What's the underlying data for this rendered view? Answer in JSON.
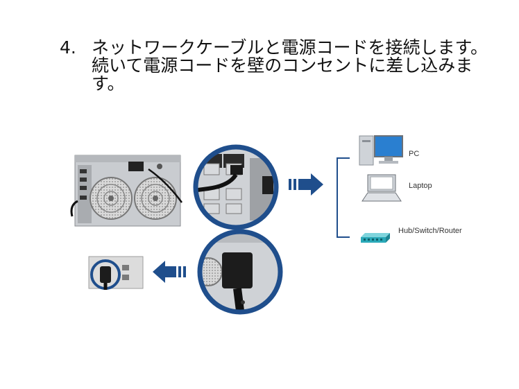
{
  "instruction": {
    "number": "4.",
    "text": "ネットワークケーブルと電源コードを接続します。続いて電源コードを壁のコンセントに差し込みます。"
  },
  "devices": {
    "pc_label": "PC",
    "laptop_label": "Laptop",
    "hub_label": "Hub/Switch/Router"
  },
  "colors": {
    "accent_blue": "#1f4e8c",
    "device_blue": "#2a7fd0",
    "hub_teal": "#2aa9b8"
  }
}
